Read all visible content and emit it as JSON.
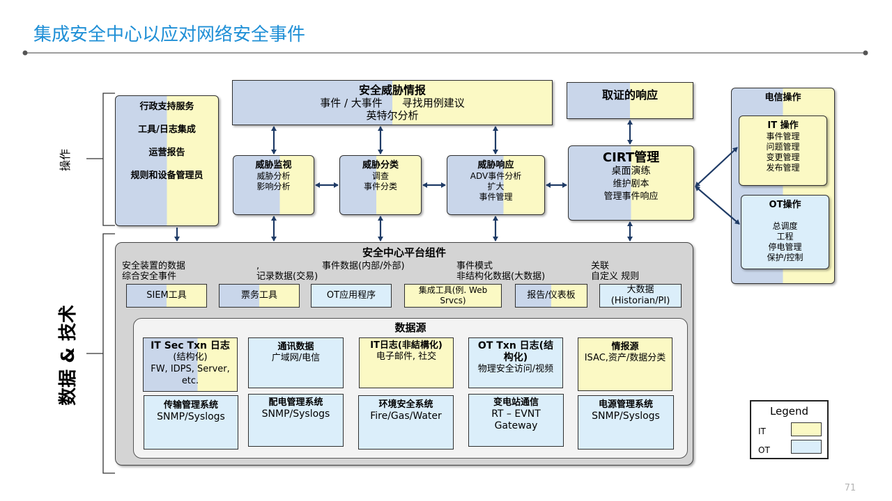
{
  "slide": {
    "title": "集成安全中心以应对网络安全事件",
    "page_number": "71"
  },
  "side_labels": {
    "operations": "操作",
    "data_tech": "数据 & 技术"
  },
  "admin_services": {
    "items": [
      "行政支持服务",
      "工具/日志集成",
      "运营报告",
      "规则和设备管理员"
    ]
  },
  "threat_intel": {
    "title": "安全威胁情报",
    "line1": "事件 / 大事件",
    "line2": "寻找用例建议",
    "line3": "英特尔分析"
  },
  "forensic_response": {
    "title": "取证的响应"
  },
  "threat_monitoring": {
    "title": "威胁监视",
    "lines": [
      "威胁分析",
      "影响分析"
    ]
  },
  "threat_classification": {
    "title": "威胁分类",
    "lines": [
      "调查",
      "事件分类"
    ]
  },
  "threat_response": {
    "title": "威胁响应",
    "lines": [
      "ADV事件分析",
      "扩大",
      "事件管理"
    ]
  },
  "cirt": {
    "title": "CIRT管理",
    "lines": [
      "桌面演练",
      "维护剧本",
      "管理事件响应"
    ]
  },
  "telecom_ops": {
    "title": "电信操作",
    "it_ops": {
      "title": "IT 操作",
      "lines": [
        "事件管理",
        "问题管理",
        "变更管理",
        "发布管理"
      ]
    },
    "ot_ops": {
      "title": "OT操作",
      "lines": [
        "总调度",
        "工程",
        "停电管理",
        "保护/控制"
      ]
    }
  },
  "platform": {
    "title": "安全中心平台组件",
    "desc": {
      "d1a": "安全装置的数据",
      "d1b": "综合安全事件",
      "d2a": ",",
      "d2b": "记录数据(交易)",
      "d3a": "事件数据(内部/外部)",
      "d4a": "事件模式",
      "d4b": "非结构化数据(大数据)",
      "d5a": "关联",
      "d5b": "自定义 规则"
    },
    "tools": {
      "siem": "SIEM工具",
      "ticket": "票务工具",
      "ot_app": "OT应用程序",
      "integration": "集成工具(例. Web Srvcs)",
      "report": "报告/仪表板",
      "bigdata": "大数据 (Historian/PI)"
    }
  },
  "data_sources": {
    "title": "数据源",
    "it_sec": {
      "title": "IT Sec Txn 日志",
      "lines": [
        "(结构化)",
        "FW, IDPS, Server, etc."
      ]
    },
    "comm": {
      "title": "通讯数据",
      "lines": [
        "广域网/电信"
      ]
    },
    "it_log": {
      "title": "IT日志(非結構化)",
      "lines": [
        "电子邮件, 社交"
      ]
    },
    "ot_txn": {
      "title": "OT Txn 日志(结构化)",
      "lines": [
        "物理安全访问/视频"
      ]
    },
    "intel": {
      "title": "情报源",
      "lines": [
        "ISAC,资产/数据分类"
      ]
    },
    "transmission": {
      "title": "传输管理系统",
      "lines": [
        "SNMP/Syslogs"
      ]
    },
    "distribution": {
      "title": "配电管理系统",
      "lines": [
        "SNMP/Syslogs"
      ]
    },
    "environment": {
      "title": "环境安全系统",
      "lines": [
        "Fire/Gas/Water"
      ]
    },
    "substation": {
      "title": "变电站通信",
      "lines": [
        "RT – EVNT",
        "Gateway"
      ]
    },
    "power": {
      "title": "电源管理系统",
      "lines": [
        "SNMP/Syslogs"
      ]
    }
  },
  "legend": {
    "title": "Legend",
    "it_label": "IT",
    "ot_label": "OT"
  },
  "colors": {
    "title": "#1f8fd6",
    "arrow": "#1f3b66",
    "it_fill": "#fbf9c4",
    "ot_fill": "#dbeefa",
    "blue_fill": "#c9d6ea"
  }
}
